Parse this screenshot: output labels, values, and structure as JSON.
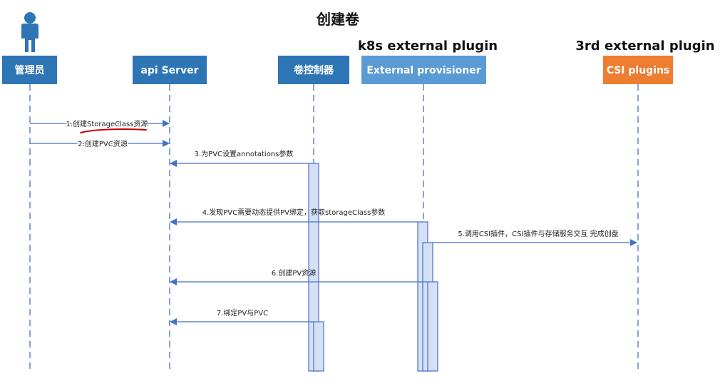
{
  "title": "创建卷",
  "headings": {
    "k8s": "k8s external plugin",
    "third_party": "3rd external plugin"
  },
  "participants": [
    {
      "id": "admin",
      "label": "管理员",
      "color": "#2e75b6"
    },
    {
      "id": "api-server",
      "label": "api Server",
      "color": "#2e75b6"
    },
    {
      "id": "volume-controller",
      "label": "卷控制器",
      "color": "#2e75b6"
    },
    {
      "id": "external-provisioner",
      "label": "External provisioner",
      "color": "#5b9bd5"
    },
    {
      "id": "csi-plugins",
      "label": "CSI plugins",
      "color": "#ed7d31"
    }
  ],
  "messages": [
    {
      "label": "1.创建StorageClass资源",
      "from": "admin",
      "to": "api-server"
    },
    {
      "label": "2.创建PVC资源",
      "from": "admin",
      "to": "api-server"
    },
    {
      "label": "3.为PVC设置annotations参数",
      "from": "volume-controller",
      "to": "api-server"
    },
    {
      "label": "4.发现PVC需要动态提供PV绑定，获取storageClass参数",
      "from": "external-provisioner",
      "to": "api-server"
    },
    {
      "label": "5.调用CSI插件，CSI插件与存储服务交互 完成创盘",
      "from": "external-provisioner",
      "to": "csi-plugins"
    },
    {
      "label": "6.创建PV资源",
      "from": "external-provisioner",
      "to": "api-server"
    },
    {
      "label": "7.绑定PV与PVC",
      "from": "volume-controller",
      "to": "api-server"
    }
  ],
  "colors": {
    "line": "#4472c4",
    "activation_fill": "#d6e0f5",
    "underline": "#cc0000",
    "person_icon": "#2e75b6"
  }
}
